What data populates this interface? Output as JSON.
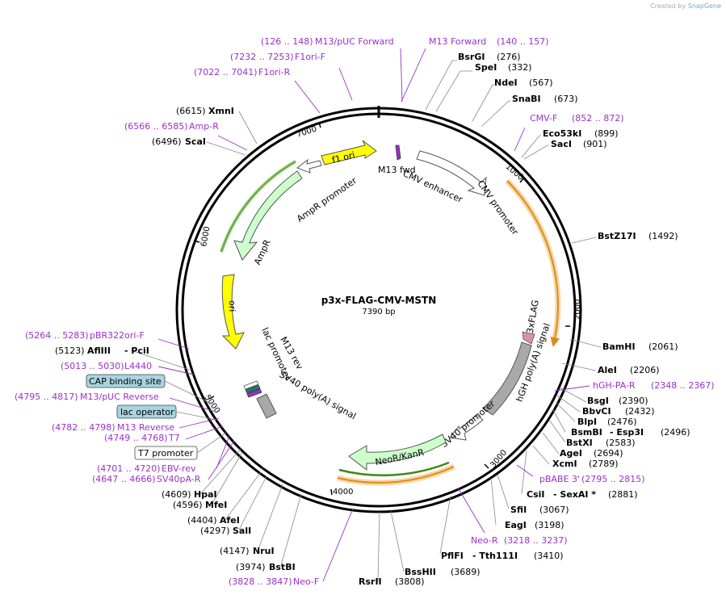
{
  "branding": {
    "created_by": "Created by",
    "brand": "SnapGene"
  },
  "plasmid": {
    "name": "p3x-FLAG-CMV-MSTN",
    "length": "7390 bp"
  },
  "ticks": [
    "1000",
    "2000",
    "3000",
    "4000",
    "5000",
    "6000",
    "7000"
  ],
  "features": {
    "f1_ori": "f1 ori",
    "ampr_promoter": "AmpR promoter",
    "ampr": "AmpR",
    "ori": "ori",
    "m13_fwd": "M13 fwd",
    "cmv_enhancer": "CMV enhancer",
    "cmv_promoter": "CMV promoter",
    "lac_promoter": "lac promoter",
    "m13_rev": "M13 rev",
    "sv40_polya_left": "SV40 poly(A) signal",
    "sv40_promoter": "SV40 promoter",
    "hgh_polya": "hGH poly(A) signal",
    "flag": "3xFLAG",
    "neo_kan": "NeoR/KanR"
  },
  "boxed_features": {
    "cap": "CAP binding site",
    "lac_operator": "lac operator",
    "t7_promoter": "T7 promoter"
  },
  "restriction_sites": [
    {
      "name": "BsrGI",
      "pos": "(276)"
    },
    {
      "name": "SpeI",
      "pos": "(332)"
    },
    {
      "name": "NdeI",
      "pos": "(567)"
    },
    {
      "name": "SnaBI",
      "pos": "(673)"
    },
    {
      "name": "Eco53kI",
      "pos": "(899)"
    },
    {
      "name": "SacI",
      "pos": "(901)"
    },
    {
      "name": "BstZ17I",
      "pos": "(1492)"
    },
    {
      "name": "BamHI",
      "pos": "(2061)"
    },
    {
      "name": "AleI",
      "pos": "(2206)"
    },
    {
      "name": "BsgI",
      "pos": "(2390)"
    },
    {
      "name": "BbvCI",
      "pos": "(2432)"
    },
    {
      "name": "BlpI",
      "pos": "(2476)"
    },
    {
      "name": "BsmBI",
      "pos": ""
    },
    {
      "name": "- Esp3I",
      "pos": "(2496)"
    },
    {
      "name": "BstXI",
      "pos": "(2583)"
    },
    {
      "name": "AgeI",
      "pos": "(2694)"
    },
    {
      "name": "XcmI",
      "pos": "(2789)"
    },
    {
      "name": "CsiI",
      "pos": ""
    },
    {
      "name": "- SexAI *",
      "pos": "(2881)"
    },
    {
      "name": "SfiI",
      "pos": "(3067)"
    },
    {
      "name": "EagI",
      "pos": "(3198)"
    },
    {
      "name": "PflFI",
      "pos": ""
    },
    {
      "name": "- Tth111I",
      "pos": "(3410)"
    },
    {
      "name": "BssHII",
      "pos": "(3689)"
    },
    {
      "name": "RsrII",
      "pos": "(3808)"
    },
    {
      "name": "BstBI",
      "pos": "(3974)"
    },
    {
      "name": "NruI",
      "pos": "(4147)"
    },
    {
      "name": "SalI",
      "pos": "(4297)"
    },
    {
      "name": "AfeI",
      "pos": "(4404)"
    },
    {
      "name": "MfeI",
      "pos": "(4596)"
    },
    {
      "name": "HpaI",
      "pos": "(4609)"
    },
    {
      "name": "AflIII",
      "pos": "(5123)"
    },
    {
      "name": "- PciI",
      "pos": ""
    },
    {
      "name": "ScaI",
      "pos": "(6496)"
    },
    {
      "name": "XmnI",
      "pos": "(6615)"
    }
  ],
  "primers": [
    {
      "range": "(126 .. 148)",
      "name": "M13/pUC Forward"
    },
    {
      "range": "(140 .. 157)",
      "name": "M13 Forward"
    },
    {
      "range": "(7232 .. 7253)",
      "name": "F1ori-F"
    },
    {
      "range": "(7022 .. 7041)",
      "name": "F1ori-R"
    },
    {
      "range": "(6566 .. 6585)",
      "name": "Amp-R"
    },
    {
      "range": "(852 .. 872)",
      "name": "CMV-F"
    },
    {
      "range": "(2348 .. 2367)",
      "name": "hGH-PA-R"
    },
    {
      "range": "(2795 .. 2815)",
      "name": "pBABE 3'"
    },
    {
      "range": "(3218 .. 3237)",
      "name": "Neo-R"
    },
    {
      "range": "(3828 .. 3847)",
      "name": "Neo-F"
    },
    {
      "range": "(5264 .. 5283)",
      "name": "pBR322ori-F"
    },
    {
      "range": "(5013 .. 5030)",
      "name": "L4440"
    },
    {
      "range": "(4795 .. 4817)",
      "name": "M13/pUC Reverse"
    },
    {
      "range": "(4782 .. 4798)",
      "name": "M13 Reverse"
    },
    {
      "range": "(4749 .. 4768)",
      "name": "T7"
    },
    {
      "range": "(4701 .. 4720)",
      "name": "EBV-rev"
    },
    {
      "range": "(4647 .. 4666)",
      "name": "SV40pA-R"
    }
  ],
  "colors": {
    "backbone": "#000000",
    "f1_ori": "#ffff00",
    "ampr": "#ccffcc",
    "ori": "#ffff00",
    "cmv": "#ffffff",
    "neo": "#ccffcc",
    "polya": "#a9a9a9",
    "primer": "#9b30c8",
    "orf_orange": "#e08a1a",
    "orf_green": "#3b8a1a",
    "boxed_fill": "#a8d4e0"
  }
}
